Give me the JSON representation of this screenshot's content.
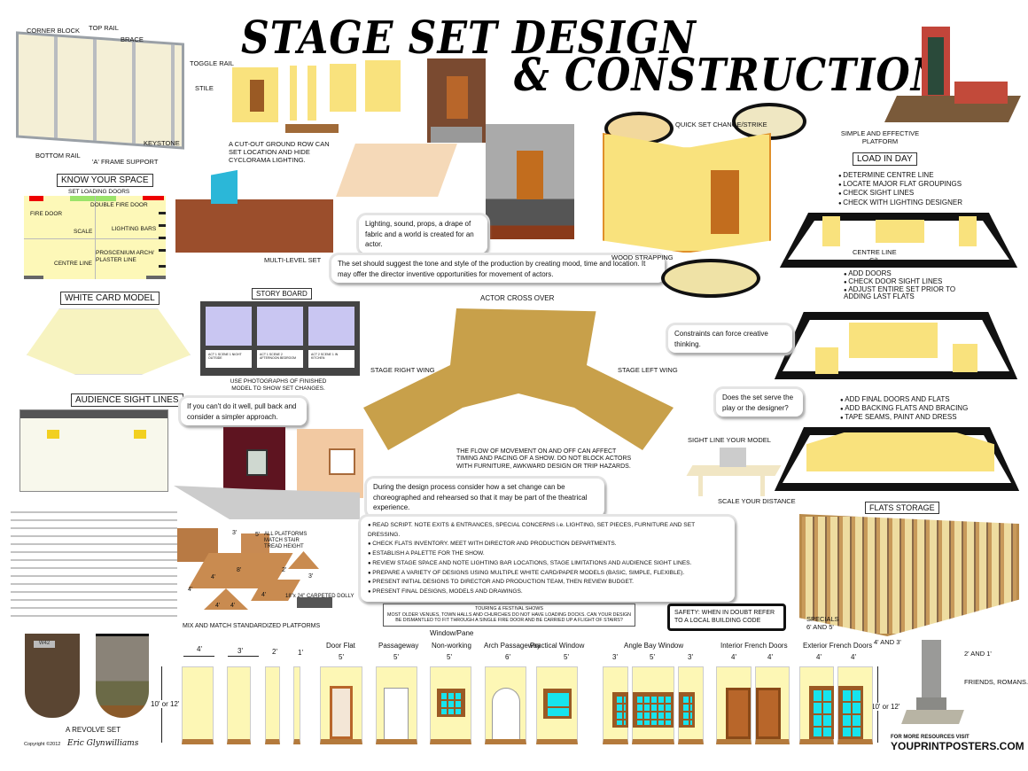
{
  "title": {
    "line1": "STAGE SET DESIGN",
    "line2": "& CONSTRUCTION"
  },
  "flat_frame": {
    "corner_block": "CORNER BLOCK",
    "top_rail": "TOP RAIL",
    "brace": "BRACE",
    "toggle_rail": "TOGGLE RAIL",
    "stile": "STILE",
    "keystone": "KEYSTONE",
    "bottom_rail": "BOTTOM RAIL",
    "a_frame": "'A' FRAME SUPPORT"
  },
  "know_space": {
    "title": "KNOW YOUR SPACE",
    "loading": "SET LOADING DOORS",
    "fire_door": "FIRE DOOR",
    "double_fire_door": "DOUBLE FIRE DOOR",
    "scale": "SCALE",
    "lighting_bars": "LIGHTING BARS",
    "proscenium": "PROSCENIUM ARCH/ PLASTER LINE",
    "centre_line": "CENTRE LINE"
  },
  "white_card": "WHITE CARD MODEL",
  "sight_lines": "AUDIENCE SIGHT LINES",
  "revolve": {
    "label": "A REVOLVE SET",
    "sign": "W42",
    "copyright": "Copyright ©2012",
    "author": "Eric Glynwilliams"
  },
  "ground_row": "A CUT-OUT GROUND ROW CAN SET LOCATION AND HIDE CYCLORAMA LIGHTING.",
  "multi_level": "MULTI-LEVEL SET",
  "storyboard": {
    "title": "STORY BOARD",
    "caption": "USE PHOTOGRAPHS OF FINISHED MODEL TO SHOW SET CHANGES.",
    "frames": [
      "ACT 1 SCENE 1 NIGHT OUTSIDE",
      "ACT 1 SCENE 2 AFTERNOON BEDROOM",
      "ACT 2 SCENE 1 IN KITCHEN"
    ]
  },
  "notes": {
    "lighting": "Lighting, sound, props, a drape of fabric and a world is created for an actor.",
    "tone": "The set should suggest the tone and style of the production by creating mood, time and location. It may offer the director inventive opportunities for movement of actors.",
    "simpler": "If you can't do it well, pull back and consider a simpler approach.",
    "constraints": "Constraints can force creative thinking.",
    "serve": "Does the set serve the play or the designer?",
    "choreograph": "During the design process consider how a set change can be choreographed and rehearsed so that it may be part of the theatrical experience."
  },
  "crossover": {
    "actor_cross": "ACTOR CROSS OVER",
    "stage_right": "STAGE RIGHT WING",
    "stage_left": "STAGE LEFT WING",
    "flow": "THE FLOW OF MOVEMENT ON AND OFF CAN AFFECT TIMING AND PACING OF A SHOW. DO NOT BLOCK ACTORS WITH FURNITURE, AWKWARD DESIGN OR TRIP HAZARDS."
  },
  "quick_change": "QUICK SET CHANGE/STRIKE",
  "wood_strapping": "WOOD STRAPPING",
  "platform": "SIMPLE AND EFFECTIVE PLATFORM",
  "load_in": {
    "title": "LOAD IN DAY",
    "steps": [
      "DETERMINE CENTRE LINE",
      "LOCATE MAJOR FLAT GROUPINGS",
      "CHECK SIGHT LINES",
      "CHECK WITH LIGHTING DESIGNER"
    ],
    "centre": "CENTRE LINE",
    "cl": "C/L",
    "steps2": [
      "ADD DOORS",
      "CHECK DOOR SIGHT LINES",
      "ADJUST ENTIRE SET PRIOR TO ADDING LAST FLATS"
    ],
    "steps3": [
      "ADD FINAL DOORS AND FLATS",
      "ADD BACKING FLATS AND BRACING",
      "TAPE SEAMS, PAINT AND DRESS"
    ]
  },
  "sight_model": "SIGHT LINE YOUR MODEL",
  "scale_distance": "SCALE YOUR DISTANCE",
  "platforms": {
    "match": "ALL PLATFORMS MATCH STAIR TREAD HEIGHT",
    "dolly": "18\"x 24\" CARPETED DOLLY",
    "caption": "MIX AND MATCH STANDARDIZED PLATFORMS",
    "dims": [
      "3'",
      "5'",
      "8'",
      "4'",
      "4'",
      "2'",
      "3'",
      "4'",
      "4'",
      "4'"
    ]
  },
  "process": [
    "READ SCRIPT. NOTE EXITS & ENTRANCES, SPECIAL CONCERNS i.e. LIGHTING, SET PIECES, FURNITURE AND SET DRESSING.",
    "CHECK FLATS INVENTORY. MEET WITH DIRECTOR AND PRODUCTION DEPARTMENTS.",
    "ESTABLISH A PALETTE FOR THE SHOW.",
    "REVIEW STAGE SPACE AND NOTE LIGHTING BAR LOCATIONS, STAGE LIMITATIONS AND AUDIENCE SIGHT LINES.",
    "PREPARE A VARIETY OF DESIGNS USING MULTIPLE WHITE CARD/PAPER MODELS (BASIC, SIMPLE, FLEXIBLE).",
    "PRESENT INITIAL DESIGNS TO DIRECTOR AND PRODUCTION TEAM, THEN REVIEW BUDGET.",
    "PRESENT FINAL DESIGNS, MODELS AND DRAWINGS."
  ],
  "touring": {
    "title": "TOURING & FESTIVAL SHOWS",
    "body": "MOST OLDER VENUES, TOWN HALLS AND CHURCHES DO NOT HAVE LOADING DOCKS. CAN YOUR DESIGN BE DISMANTLED TO FIT THROUGH A SINGLE FIRE DOOR AND BE CARRIED UP A FLIGHT OF STAIRS?"
  },
  "safety": "SAFETY: WHEN IN DOUBT REFER TO A LOCAL BUILDING CODE",
  "flats_storage": {
    "title": "FLATS STORAGE",
    "specials": "SPECIALS 6' AND 5'",
    "f43": "4' AND 3'",
    "f21": "2' AND 1'"
  },
  "friends": "FRIENDS, ROMANS...",
  "resources": {
    "visit": "FOR MORE RESOURCES VISIT",
    "site": "YOUPRINTPOSTERS.COM"
  },
  "height": "10' or 12'",
  "flats": {
    "w4": "4'",
    "w3": "3'",
    "w2": "2'",
    "w1": "1'",
    "door": {
      "name": "Door Flat",
      "w": "5'"
    },
    "passage": {
      "name": "Passageway",
      "w": "5'"
    },
    "window": {
      "name1": "Window/Pane",
      "name2": "Non-working",
      "w": "5'"
    },
    "arch": {
      "name": "Arch Passageway",
      "w": "6'"
    },
    "practical": {
      "name": "Practical Window",
      "w": "5'"
    },
    "bay": {
      "name": "Angle Bay Window",
      "w": [
        "3'",
        "5'",
        "3'"
      ]
    },
    "interior": {
      "name": "Interior French Doors",
      "w": [
        "4'",
        "4'"
      ]
    },
    "exterior": {
      "name": "Exterior French Doors",
      "w": [
        "4'",
        "4'"
      ]
    }
  }
}
